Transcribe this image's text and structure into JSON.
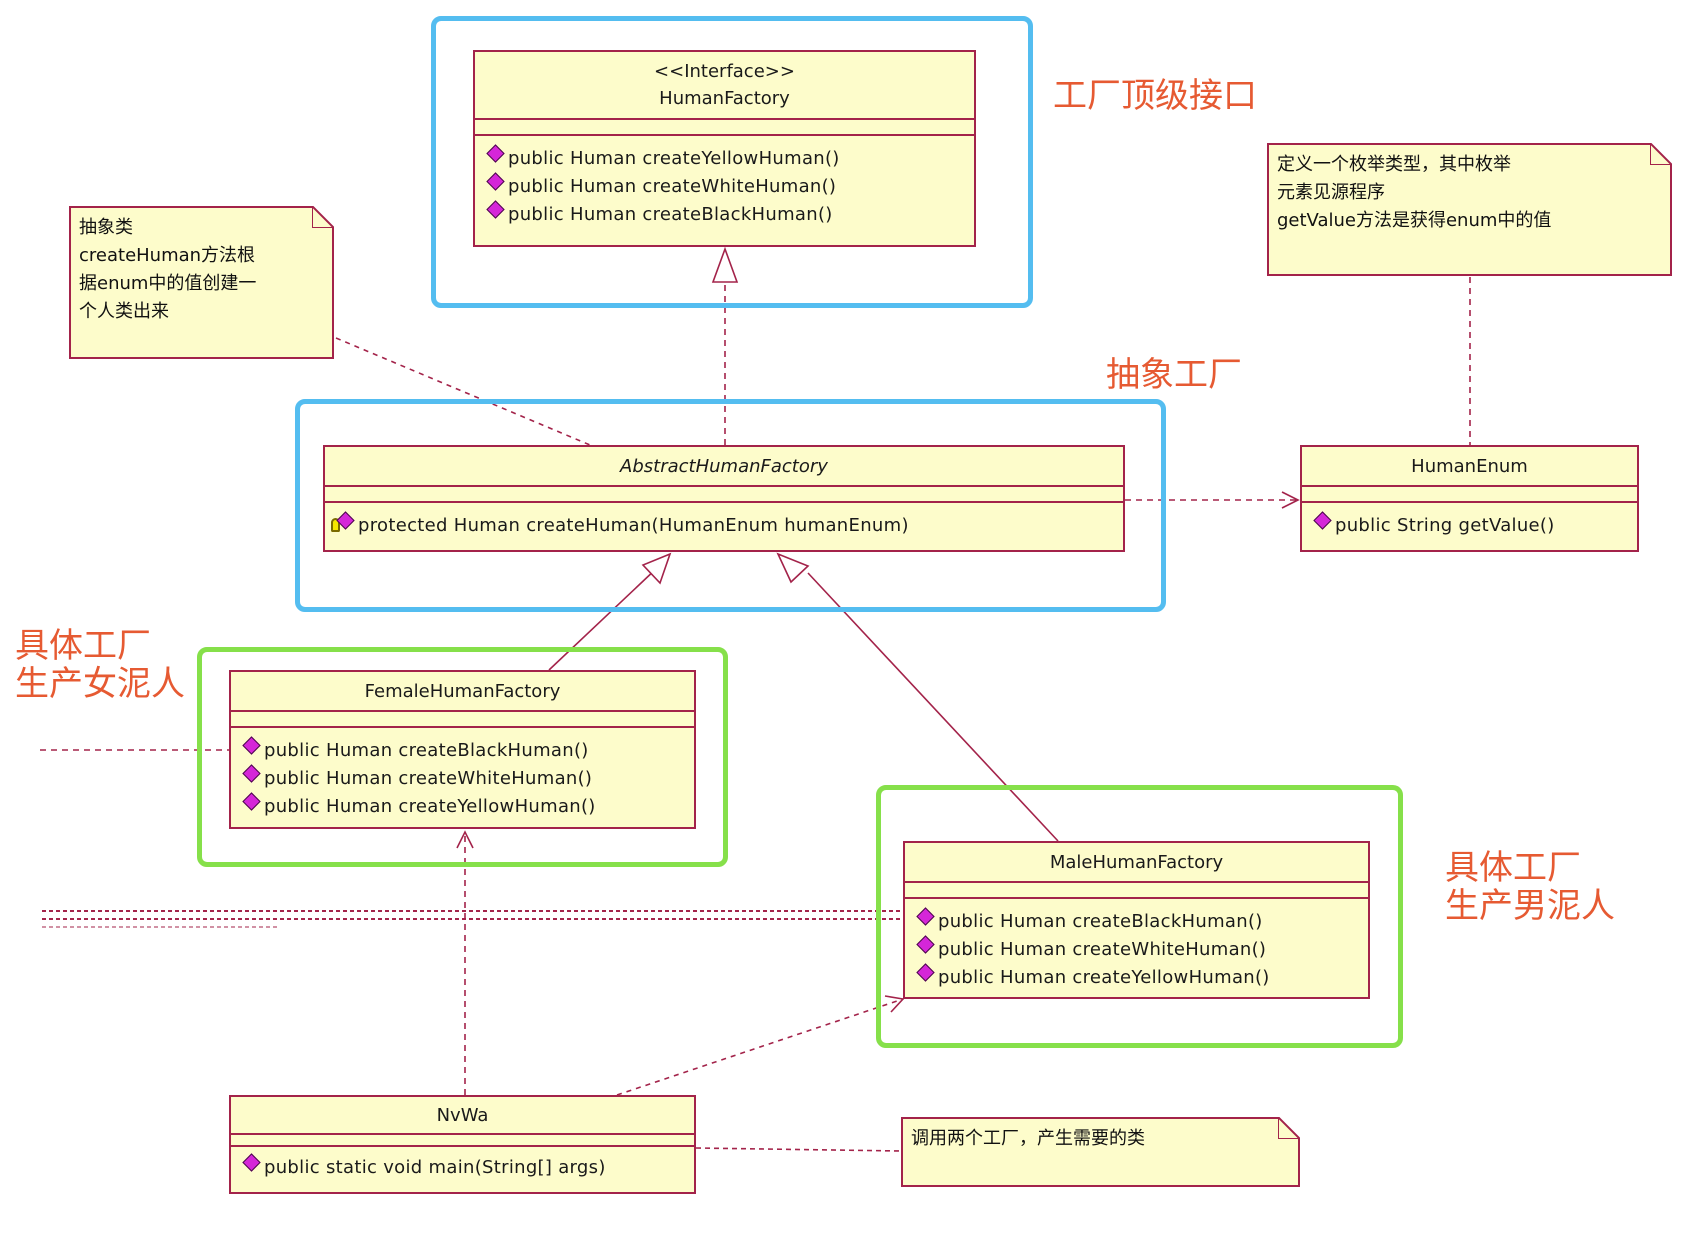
{
  "annotations": {
    "top_interface": "工厂顶级接口",
    "abstract_factory": "抽象工厂",
    "female_factory_line1": "具体工厂",
    "female_factory_line2": "生产女泥人",
    "male_factory_line1": "具体工厂",
    "male_factory_line2": "生产男泥人"
  },
  "colors": {
    "interface_frame": "#54bdf0",
    "concrete_frame": "#86e04a",
    "annotation_text": "#e65a32",
    "class_fill": "#fdfccb",
    "class_border": "#a3234a",
    "method_icon": "#d526d8"
  },
  "classes": {
    "human_factory": {
      "stereotype": "<<Interface>>",
      "name": "HumanFactory",
      "operations": [
        "public Human createYellowHuman()",
        "public Human createWhiteHuman()",
        "public Human createBlackHuman()"
      ]
    },
    "abstract_human_factory": {
      "name": "AbstractHumanFactory",
      "operations": [
        "protected Human createHuman(HumanEnum humanEnum)"
      ]
    },
    "human_enum": {
      "name": "HumanEnum",
      "operations": [
        "public String getValue()"
      ]
    },
    "female_human_factory": {
      "name": "FemaleHumanFactory",
      "operations": [
        "public Human createBlackHuman()",
        "public Human createWhiteHuman()",
        "public Human createYellowHuman()"
      ]
    },
    "male_human_factory": {
      "name": "MaleHumanFactory",
      "operations": [
        "public Human createBlackHuman()",
        "public Human createWhiteHuman()",
        "public Human createYellowHuman()"
      ]
    },
    "nvwa": {
      "name": "NvWa",
      "operations": [
        "public static void main(String[] args)"
      ]
    }
  },
  "notes": {
    "abstract_note": [
      "抽象类",
      "createHuman方法根",
      "据enum中的值创建一",
      "个人类出来"
    ],
    "enum_note": [
      "定义一个枚举类型，其中枚举",
      "元素见源程序",
      "getValue方法是获得enum中的值"
    ],
    "nvwa_note": [
      "调用两个工厂，产生需要的类"
    ]
  }
}
